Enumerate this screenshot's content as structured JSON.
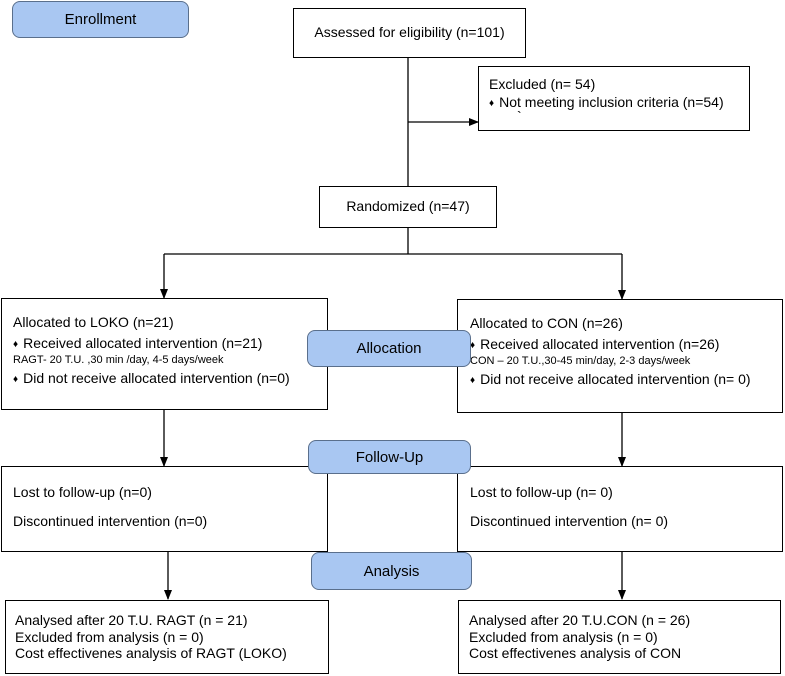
{
  "stages": {
    "enrollment": "Enrollment",
    "allocation": "Allocation",
    "followup": "Follow-Up",
    "analysis": "Analysis"
  },
  "assessed": "Assessed for eligibility (n=101)",
  "excluded": {
    "title": "Excluded  (n= 54)",
    "item": "Not meeting inclusion criteria (n=54)",
    "mark": "`"
  },
  "randomized": "Randomized (n=47)",
  "left": {
    "alloc_title": "Allocated to LOKO (n=21)",
    "received": "Received allocated intervention (n=21)",
    "detail": "RAGT- 20 T.U. ,30 min /day, 4-5 days/week",
    "not_received": "Did not receive allocated intervention (n=0)",
    "lost": "Lost to follow-up  (n=0)",
    "discontinued": "Discontinued intervention (n=0)",
    "analysed": "Analysed after 20 T.U. RAGT (n = 21)",
    "excluded_analysis": "Excluded from analysis (n = 0)",
    "cost": "Cost effectivenes analysis of RAGT (LOKO)"
  },
  "right": {
    "alloc_title": "Allocated to CON (n=26)",
    "received": "Received allocated intervention (n=26)",
    "detail": "CON – 20 T.U.,30-45 min/day, 2-3 days/week",
    "not_received": "Did not receive allocated intervention (n= 0)",
    "lost": "Lost to follow-up  (n= 0)",
    "discontinued": "Discontinued intervention (n= 0)",
    "analysed": "Analysed after 20 T.U.CON (n = 26)",
    "excluded_analysis": "Excluded from analysis (n = 0)",
    "cost": "Cost effectivenes analysis of CON"
  }
}
